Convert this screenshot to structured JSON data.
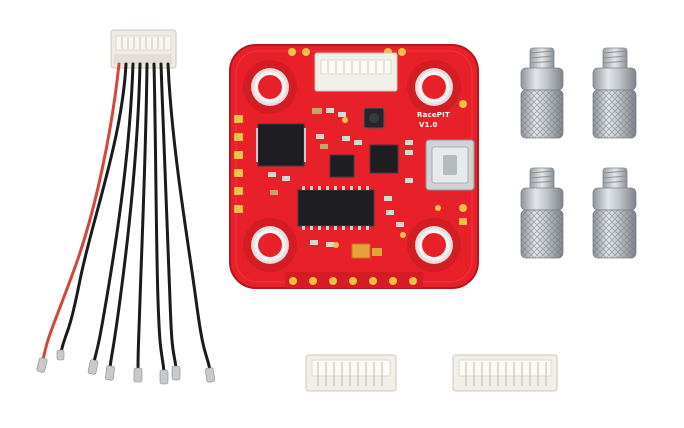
{
  "board": {
    "name_text": "RacePIT",
    "version_text": "V1.0",
    "colors": {
      "pcb": "#e8202a",
      "pcb_dark": "#b7141c",
      "pad_gold": "#f3c04a",
      "chip_black": "#1e1e22",
      "mount_ring_white": "#f7f2f2"
    }
  },
  "wires": {
    "count": 8,
    "colors": [
      "#d4453c",
      "#1b1b1b"
    ]
  },
  "connector_color": "#f2efea",
  "standoffs": {
    "count": 4,
    "color": "#b9bec4"
  }
}
